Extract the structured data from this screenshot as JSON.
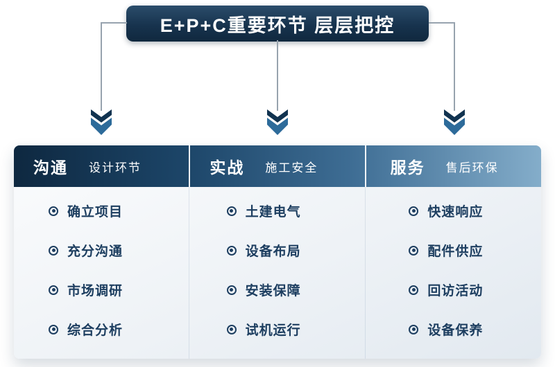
{
  "banner": {
    "title": "E+P+C重要环节 层层把控"
  },
  "columns": [
    {
      "header": {
        "bold": "沟通",
        "label": "设计环节"
      },
      "items": [
        "确立项目",
        "充分沟通",
        "市场调研",
        "综合分析"
      ]
    },
    {
      "header": {
        "bold": "实战",
        "label": "施工安全"
      },
      "items": [
        "土建电气",
        "设备布局",
        "安装保障",
        "试机运行"
      ]
    },
    {
      "header": {
        "bold": "服务",
        "label": "售后环保"
      },
      "items": [
        "快速响应",
        "配件供应",
        "回访活动",
        "设备保养"
      ]
    }
  ],
  "icons": {
    "arrow_down": "double-chevron-down",
    "list_bullet": "bullseye"
  },
  "colors": {
    "banner_navy": "#17334e",
    "header_gradient_start": "#0e2840",
    "header_gradient_end": "#84adca",
    "text_navy": "#1d3e60",
    "connector_gray": "#97a3ae",
    "arrow_dark": "#113350",
    "arrow_blue": "#2d6b9a"
  }
}
